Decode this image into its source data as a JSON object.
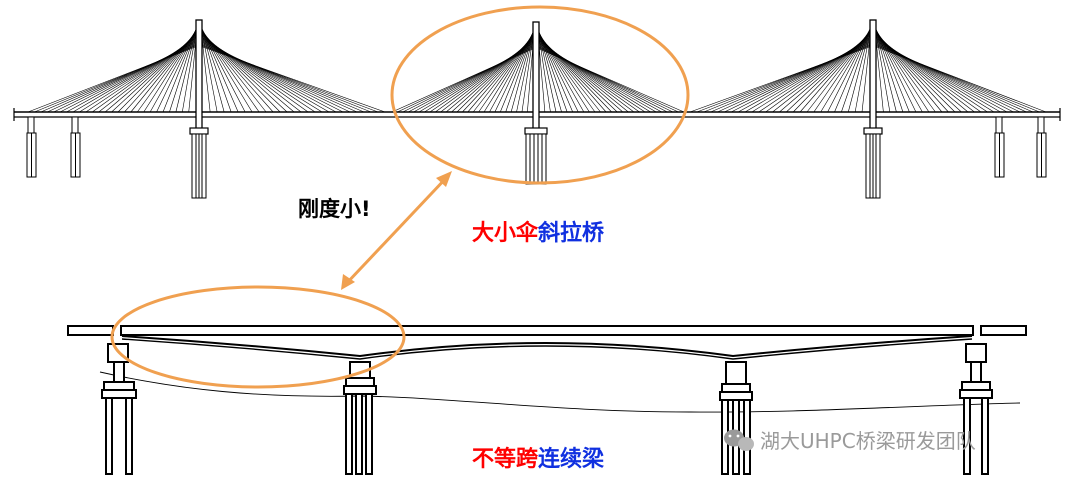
{
  "labels": {
    "stiffness_note": "刚度小!",
    "cable_stayed": {
      "part1": "大小伞",
      "part2": "斜拉桥"
    },
    "continuous_beam": {
      "part1": "不等跨",
      "part2": "连续梁"
    }
  },
  "watermark": {
    "text": "湖大UHPC桥梁研发团队",
    "icon": "wechat-icon"
  },
  "colors": {
    "highlight": "#f0a050",
    "red_text": "#ff0000",
    "blue_text": "#1030e0",
    "line": "#000000"
  }
}
